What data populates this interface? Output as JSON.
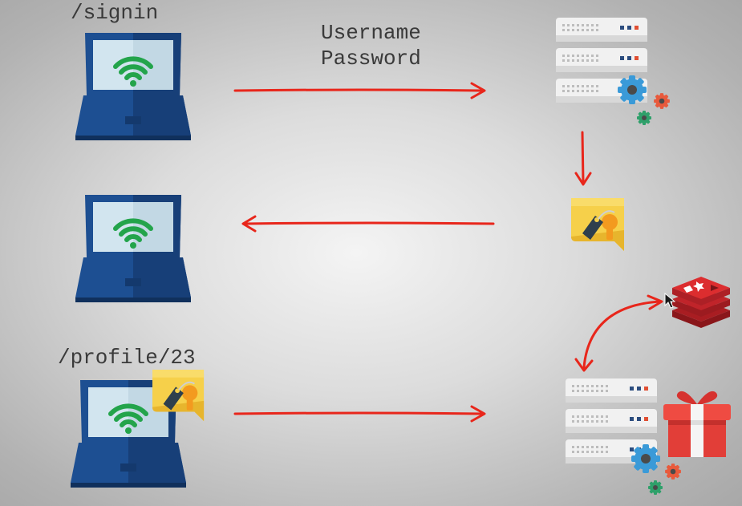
{
  "labels": {
    "signin_path": "/signin",
    "credentials_line1": "Username",
    "credentials_line2": "Password",
    "profile_path": "/profile/23"
  },
  "icons": {
    "laptop": "laptop-wifi-icon",
    "server": "server-rack-icon",
    "gear": "gear-icon",
    "session_token": "key-tag-note-icon",
    "cache_store": "redis-stack-icon",
    "gift": "gift-box-icon",
    "cursor": "mouse-pointer-icon"
  },
  "colors": {
    "arrow": "#e8261b",
    "laptop_body": "#1b4a8c",
    "laptop_screen": "#cfe3ee",
    "wifi": "#22a44a",
    "note": "#f5cf47",
    "redis": "#d6262b",
    "gift": "#e33f3a",
    "gear_blue": "#3a9ad8"
  }
}
